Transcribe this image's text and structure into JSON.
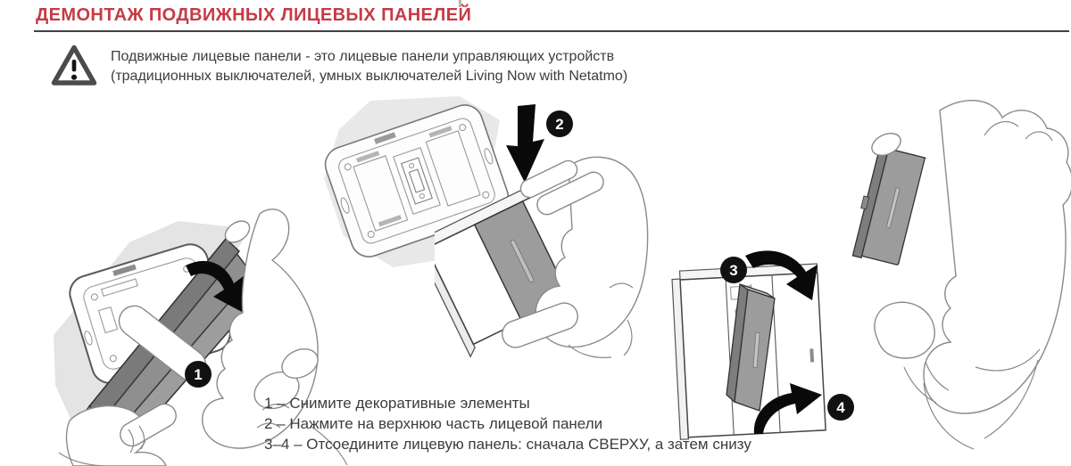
{
  "header": {
    "title": "ДЕМОНТАЖ ПОДВИЖНЫХ ЛИЦЕВЫХ ПАНЕЛЕЙ"
  },
  "notice": {
    "line1": "Подвижные лицевые панели - это лицевые панели управляющих устройств",
    "line2": "(традиционных выключателей, умных выключателей Living Now with Netatmo)"
  },
  "figures": {
    "step1_label": "1",
    "step2_label": "2",
    "step3_label": "3",
    "step4_label": "4"
  },
  "instructions": {
    "line1": "1 – Снимите декоративные элементы",
    "line2": "2 – Нажмите на верхнюю часть лицевой панели",
    "line3": "3–4 – Отсоедините лицевую панель: сначала СВЕРХУ, а затем снизу"
  },
  "icons": {
    "warning": "warning-triangle-icon",
    "step1_arrow": "rotate-remove-arrow-icon",
    "step2_arrow": "press-down-arrow-icon",
    "step3_arrow": "detach-top-arrow-icon",
    "step4_arrow": "detach-bottom-arrow-icon"
  },
  "colors": {
    "title_red": "#c53b46",
    "rule_gray": "#424242",
    "panel_gray": "#9c9c9c",
    "panel_gray_dark": "#7d7d7d",
    "blob_gray": "#e4e4e4",
    "badge_black": "#111111",
    "text_dark": "#3c3c3c",
    "line_art_stroke": "#8a8a8a"
  }
}
